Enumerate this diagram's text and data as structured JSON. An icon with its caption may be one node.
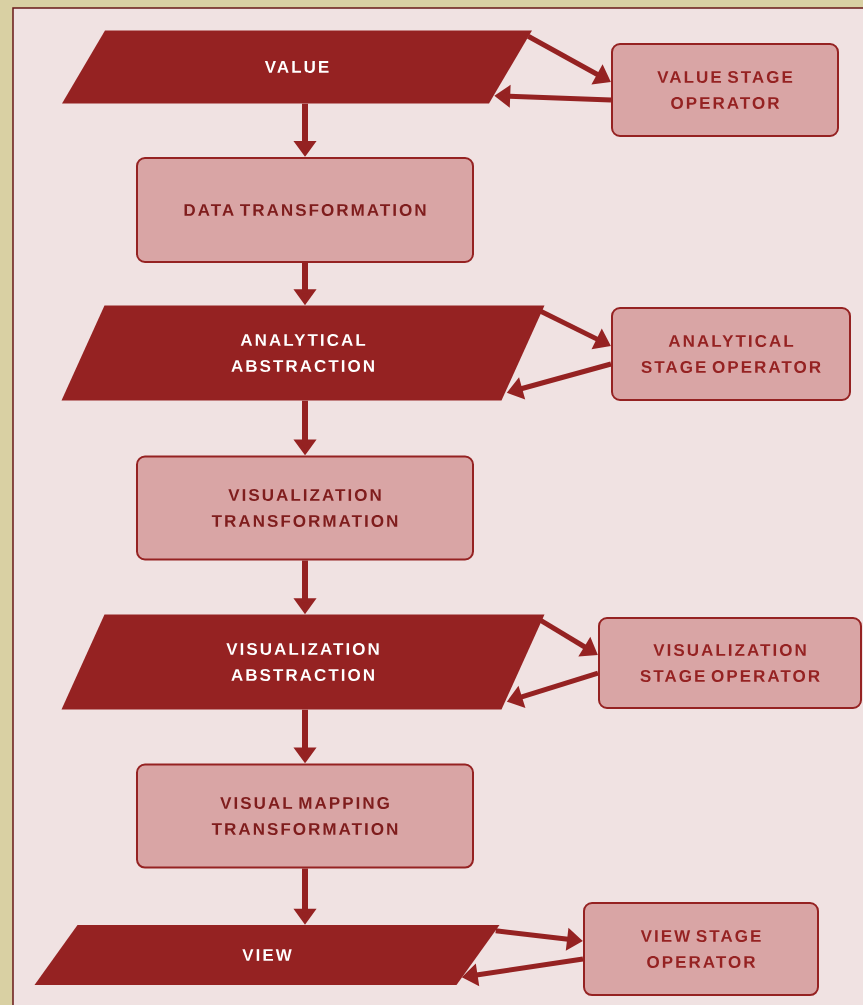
{
  "diagram": {
    "nodes": [
      {
        "text": [
          "VALUE"
        ]
      },
      {
        "text": [
          "VALUE STAGE OPERATOR"
        ]
      },
      {
        "text": [
          "DATA TRANSFORMATION"
        ]
      },
      {
        "text": [
          "ANALYTICAL ABSTRACTION"
        ]
      },
      {
        "text": [
          "ANALYTICAL STAGE OPERATOR"
        ]
      },
      {
        "text": [
          "VISUALIZATION TRANSFORMATION"
        ]
      },
      {
        "text": [
          "VISUALIZATION ABSTRACTION"
        ]
      },
      {
        "text": [
          "VISUALIZATION STAGE OPERATOR"
        ]
      },
      {
        "text": [
          "VISUAL MAPPING TRANSFORMATION"
        ]
      },
      {
        "text": [
          "VIEW"
        ]
      },
      {
        "text": [
          "VIEW STAGE OPERATOR"
        ]
      }
    ],
    "edges": [
      {
        "from": 0,
        "to": 2,
        "arrow": "to"
      },
      {
        "from": 2,
        "to": 3,
        "arrow": "to"
      },
      {
        "from": 3,
        "to": 5,
        "arrow": "to"
      },
      {
        "from": 5,
        "to": 6,
        "arrow": "to"
      },
      {
        "from": 6,
        "to": 8,
        "arrow": "to"
      },
      {
        "from": 8,
        "to": 9,
        "arrow": "to"
      },
      {
        "from": 0,
        "to": 1,
        "arrow": "to"
      },
      {
        "from": 1,
        "to": 0,
        "arrow": "to"
      },
      {
        "from": 3,
        "to": 4,
        "arrow": "to"
      },
      {
        "from": 4,
        "to": 3,
        "arrow": "to"
      },
      {
        "from": 6,
        "to": 7,
        "arrow": "to"
      },
      {
        "from": 7,
        "to": 6,
        "arrow": "to"
      },
      {
        "from": 9,
        "to": 10,
        "arrow": "to"
      },
      {
        "from": 10,
        "to": 9,
        "arrow": "to"
      }
    ]
  }
}
